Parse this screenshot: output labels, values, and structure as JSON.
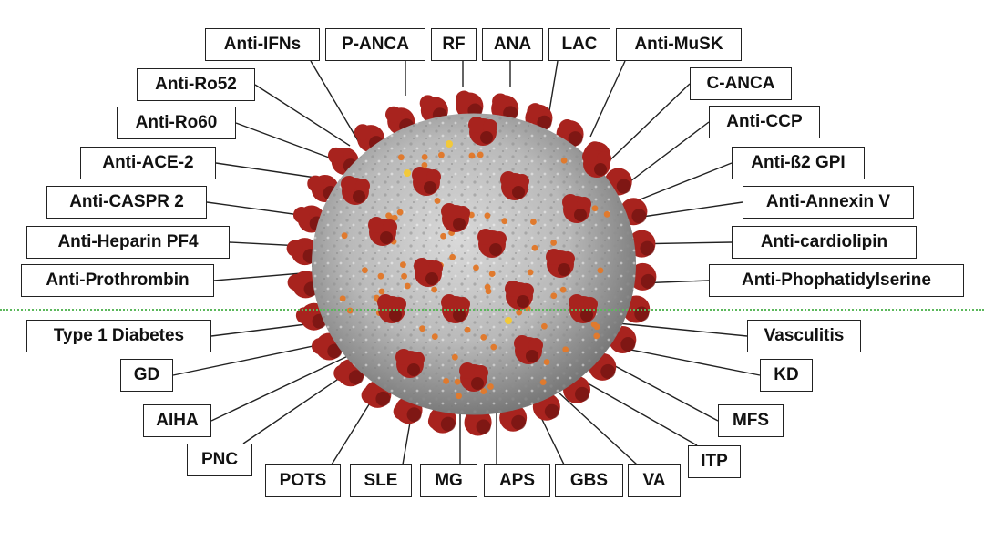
{
  "upper_labels": [
    {
      "id": "anti-ifns",
      "text": "Anti-IFNs"
    },
    {
      "id": "p-anca",
      "text": "P-ANCA"
    },
    {
      "id": "rf",
      "text": "RF"
    },
    {
      "id": "ana",
      "text": "ANA"
    },
    {
      "id": "lac",
      "text": "LAC"
    },
    {
      "id": "anti-musk",
      "text": "Anti-MuSK"
    },
    {
      "id": "anti-ro52",
      "text": "Anti-Ro52"
    },
    {
      "id": "c-anca",
      "text": "C-ANCA"
    },
    {
      "id": "anti-ro60",
      "text": "Anti-Ro60"
    },
    {
      "id": "anti-ccp",
      "text": "Anti-CCP"
    },
    {
      "id": "anti-ace-2",
      "text": "Anti-ACE-2"
    },
    {
      "id": "anti-b2-gpi",
      "text": "Anti-ß2 GPI"
    },
    {
      "id": "anti-caspr-2",
      "text": "Anti-CASPR 2"
    },
    {
      "id": "anti-annexin-v",
      "text": "Anti-Annexin V"
    },
    {
      "id": "anti-heparin-pf4",
      "text": "Anti-Heparin PF4"
    },
    {
      "id": "anti-cardiolipin",
      "text": "Anti-cardiolipin"
    },
    {
      "id": "anti-prothrombin",
      "text": "Anti-Prothrombin"
    },
    {
      "id": "anti-phophatidylserine",
      "text": "Anti-Phophatidylserine"
    }
  ],
  "lower_labels": [
    {
      "id": "type-1-diabetes",
      "text": "Type 1 Diabetes"
    },
    {
      "id": "vasculitis",
      "text": "Vasculitis"
    },
    {
      "id": "gd",
      "text": "GD"
    },
    {
      "id": "kd",
      "text": "KD"
    },
    {
      "id": "aiha",
      "text": "AIHA"
    },
    {
      "id": "mfs",
      "text": "MFS"
    },
    {
      "id": "pnc",
      "text": "PNC"
    },
    {
      "id": "itp",
      "text": "ITP"
    },
    {
      "id": "pots",
      "text": "POTS"
    },
    {
      "id": "sle",
      "text": "SLE"
    },
    {
      "id": "mg",
      "text": "MG"
    },
    {
      "id": "aps",
      "text": "APS"
    },
    {
      "id": "gbs",
      "text": "GBS"
    },
    {
      "id": "va",
      "text": "VA"
    }
  ],
  "colors": {
    "virus_body": "#b9b9b9",
    "virus_shadow": "#6f6f6f",
    "spike": "#a8231e",
    "spike_dark": "#6e130f",
    "small_protein": "#e07a2e",
    "e_protein": "#f2c93a",
    "divider": "#5cb85c",
    "label_border": "#222222"
  },
  "icons": [
    "coronavirus-particle-illustration"
  ]
}
